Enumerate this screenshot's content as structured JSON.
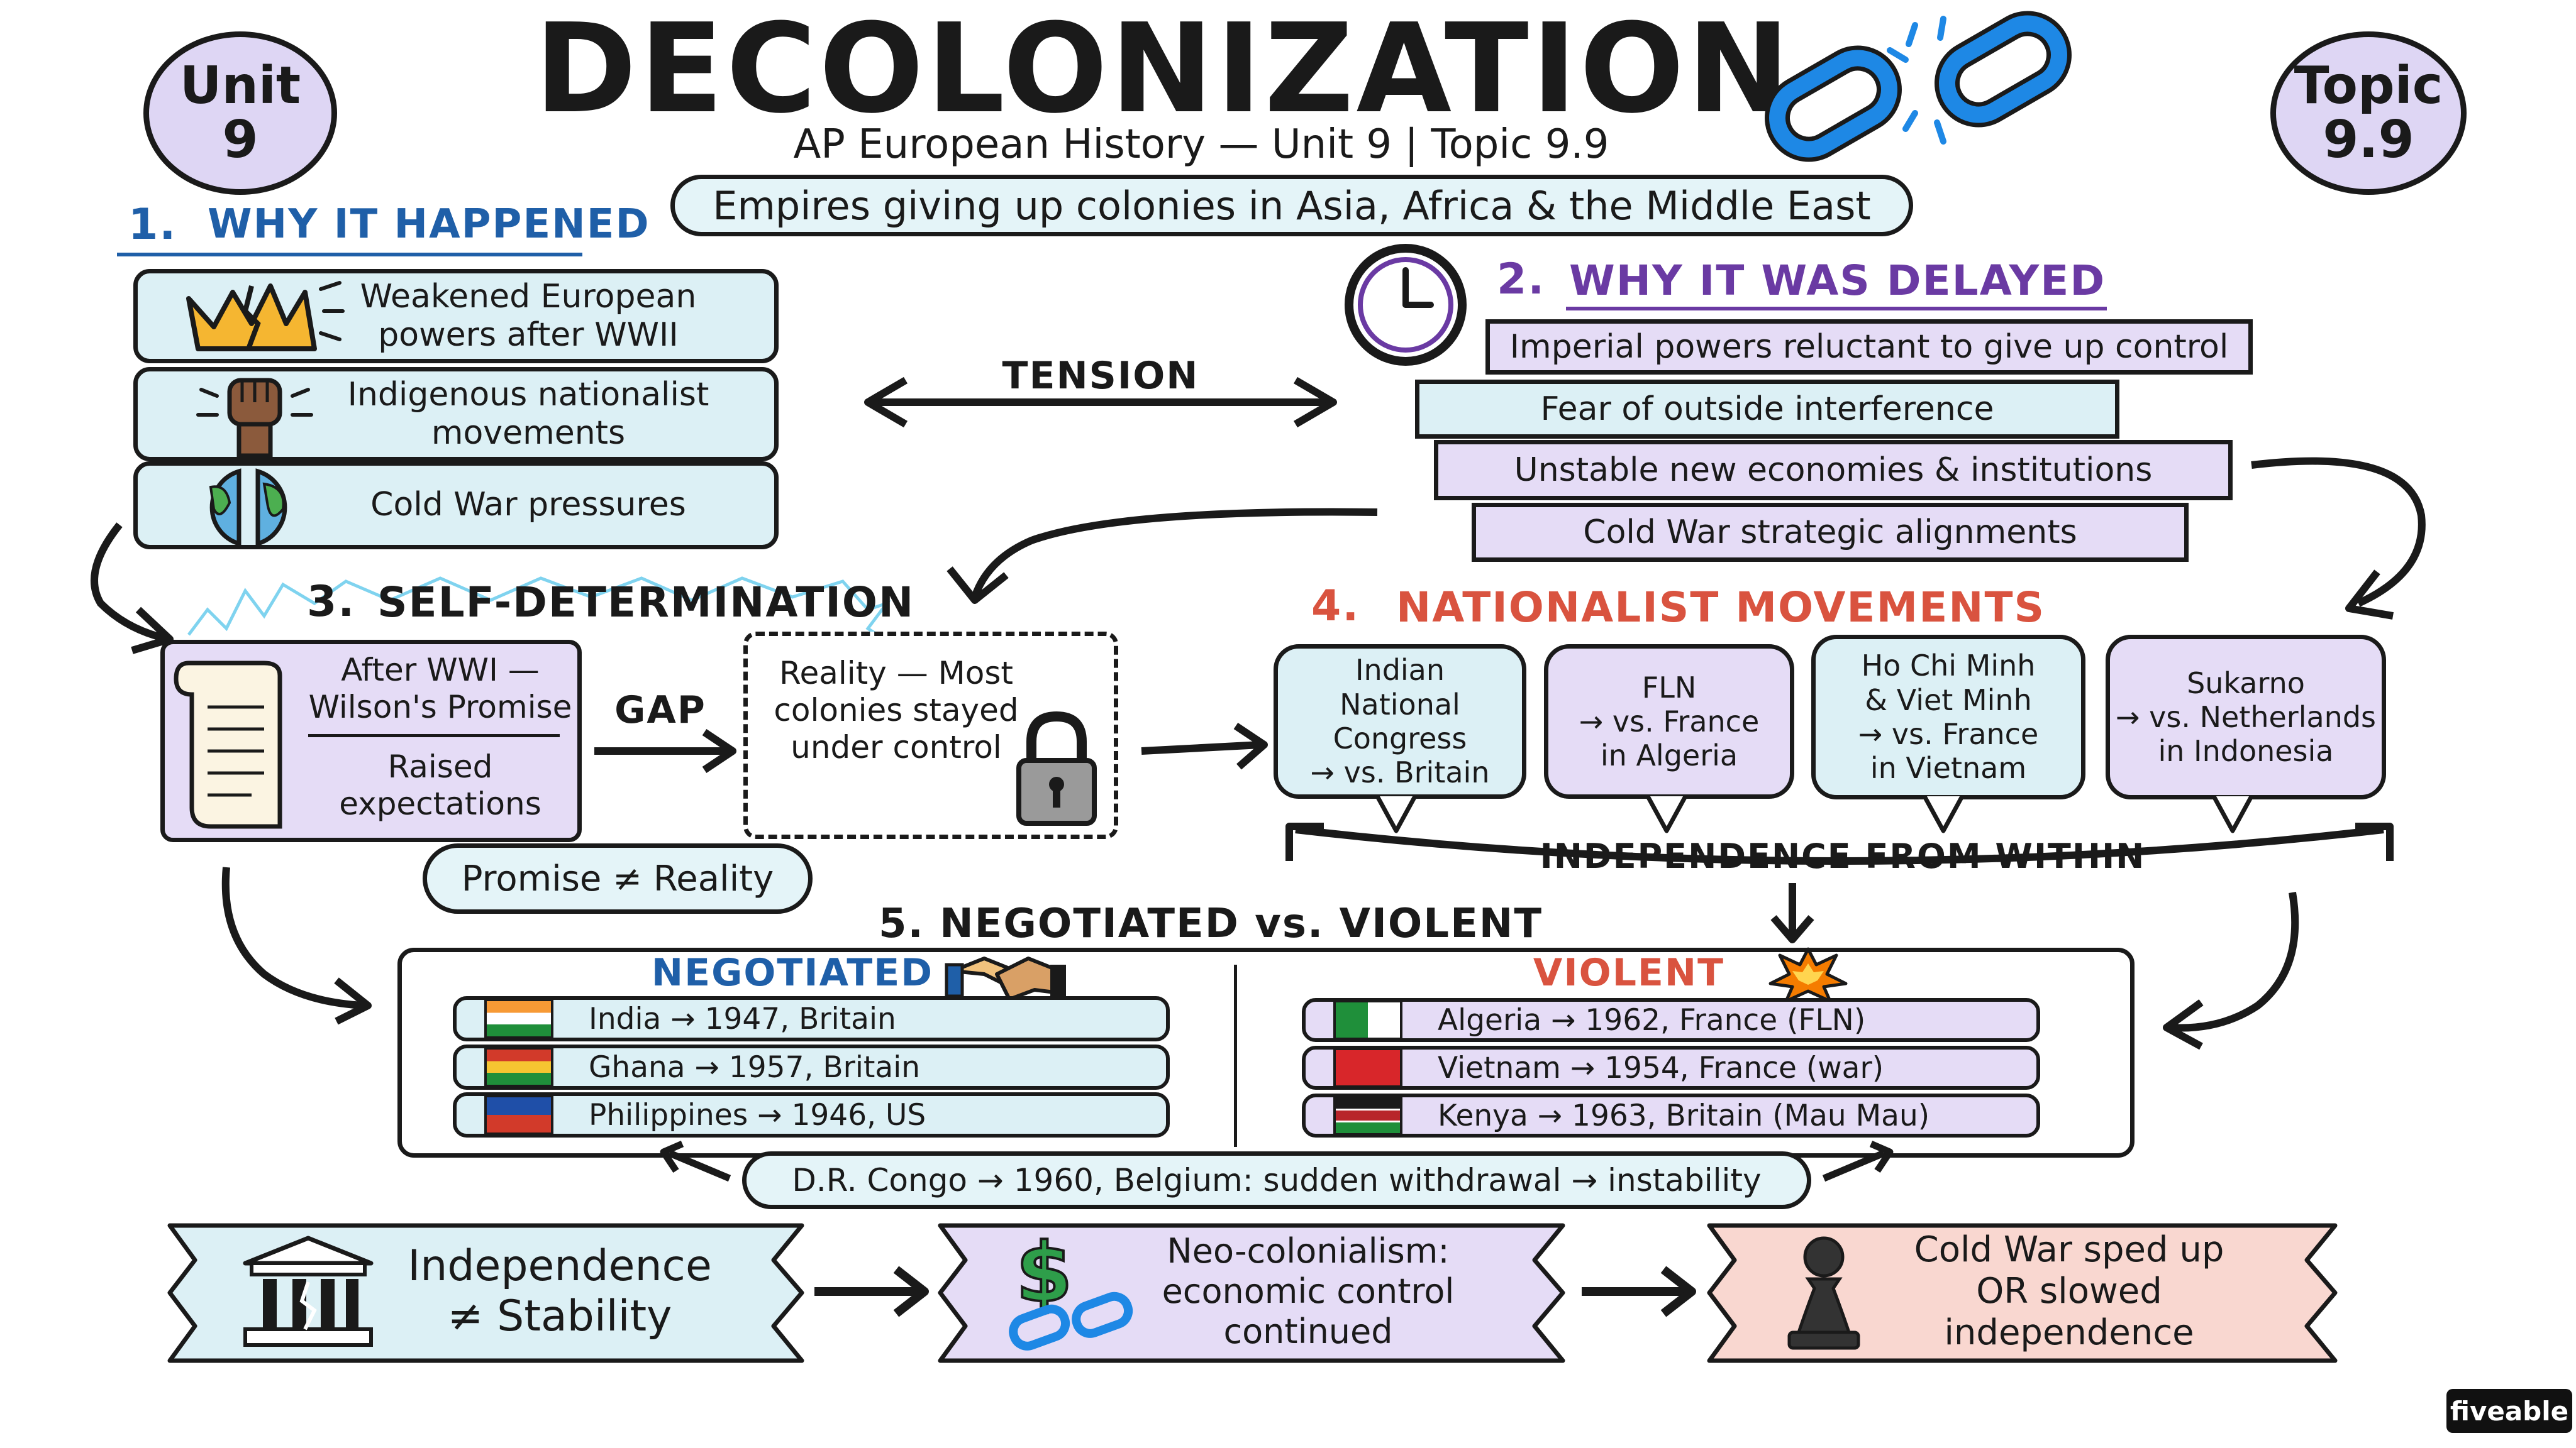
{
  "header": {
    "title": "DECOLONIZATION",
    "subtitle": "AP European History — Unit 9 | Topic 9.9",
    "tagline": "Empires giving up colonies in Asia, Africa & the Middle East",
    "unit_badge": "Unit\n9",
    "topic_badge": "Topic\n9.9"
  },
  "section1": {
    "number": "1.",
    "title": "WHY IT HAPPENED",
    "items": [
      {
        "label": "Weakened European\npowers after WWII",
        "icon": "broken-crown-icon"
      },
      {
        "label": "Indigenous nationalist\nmovements",
        "icon": "raised-fist-icon"
      },
      {
        "label": "Cold War pressures",
        "icon": "split-globe-icon"
      }
    ]
  },
  "tension_label": "TENSION",
  "section2": {
    "number": "2.",
    "title": "WHY IT WAS DELAYED",
    "items": [
      "Imperial powers reluctant to give up control",
      "Fear of outside interference",
      "Unstable new economies & institutions",
      "Cold War strategic alignments"
    ]
  },
  "section3": {
    "number": "3.",
    "title": "SELF-DETERMINATION",
    "promise_top": "After WWI —\nWilson's Promise",
    "promise_bottom": "Raised\nexpectations",
    "gap_label": "GAP",
    "reality": "Reality — Most\ncolonies stayed\nunder control",
    "promise_vs_reality": "Promise ≠ Reality"
  },
  "section4": {
    "number": "4.",
    "title": "NATIONALIST MOVEMENTS",
    "movements": [
      "Indian\nNational\nCongress\n→ vs. Britain",
      "FLN\n→ vs. France\nin Algeria",
      "Ho Chi Minh\n& Viet Minh\n→ vs. France\nin Vietnam",
      "Sukarno\n→ vs. Netherlands\nin Indonesia"
    ],
    "from_within": "INDEPENDENCE FROM WITHIN"
  },
  "section5": {
    "title": "5. NEGOTIATED vs. VIOLENT",
    "negotiated_label": "NEGOTIATED",
    "violent_label": "VIOLENT",
    "negotiated": [
      {
        "text": "India → 1947, Britain",
        "flag": "india-flag-icon"
      },
      {
        "text": "Ghana → 1957, Britain",
        "flag": "ghana-flag-icon"
      },
      {
        "text": "Philippines → 1946, US",
        "flag": "philippines-flag-icon"
      }
    ],
    "violent": [
      {
        "text": "Algeria → 1962, France (FLN)",
        "flag": "algeria-flag-icon"
      },
      {
        "text": "Vietnam → 1954, France (war)",
        "flag": "vietnam-flag-icon"
      },
      {
        "text": "Kenya → 1963, Britain (Mau Mau)",
        "flag": "kenya-flag-icon"
      }
    ],
    "congo": "D.R. Congo → 1960, Belgium: sudden withdrawal → instability"
  },
  "outcomes": [
    {
      "text": "Independence\n≠ Stability",
      "icon": "broken-columns-icon"
    },
    {
      "text": "Neo-colonialism:\neconomic control\ncontinued",
      "icon": "dollar-chain-icon"
    },
    {
      "text": "Cold War sped up\nOR slowed\nindependence",
      "icon": "chess-pawn-icon"
    }
  ],
  "brand": "fiveable",
  "colors": {
    "blue_fill": "#dcf0f5",
    "lavender_fill": "#e5dcf6",
    "pink_fill": "#f9d7d0",
    "negotiated_blue": "#1f5fa8",
    "violent_red": "#d9533f",
    "section2_purple": "#6a3aa3",
    "chain_blue": "#1e88e5"
  }
}
